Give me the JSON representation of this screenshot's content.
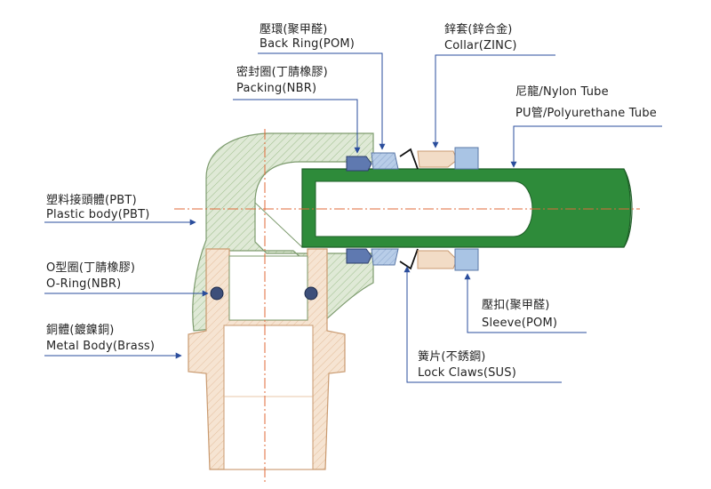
{
  "labels": {
    "back_ring_zh": "壓環(聚甲醛)",
    "back_ring_en": "Back Ring(POM)",
    "collar_zh": "鋅套(鋅合金)",
    "collar_en": "Collar(ZINC)",
    "packing_zh": "密封圈(丁腈橡膠)",
    "packing_en": "Packing(NBR)",
    "nylon_tube": "尼龍/Nylon Tube",
    "pu_tube": "PU管/Polyurethane Tube",
    "plastic_body_zh": "塑料接頭體(PBT)",
    "plastic_body_en": "Plastic body(PBT)",
    "oring_zh": "O型圈(丁腈橡膠)",
    "oring_en": "O-Ring(NBR)",
    "metal_body_zh": "銅體(鍍鎳銅)",
    "metal_body_en": "Metal Body(Brass)",
    "sleeve_zh": "壓扣(聚甲醛)",
    "sleeve_en": "Sleeve(POM)",
    "lock_claws_zh": "簧片(不銹鋼)",
    "lock_claws_en": "Lock Claws(SUS)"
  },
  "colors": {
    "pbt_body": "#d8e6cf",
    "brass": "#f2dcc6",
    "tube_green": "#2e8b3a",
    "tube_white": "#ffffff",
    "pom_blue": "#a9c4e4",
    "nbr_dark": "#3d4f7a",
    "leader_line": "#2a4d9c",
    "axis_line": "#e06a3a"
  }
}
